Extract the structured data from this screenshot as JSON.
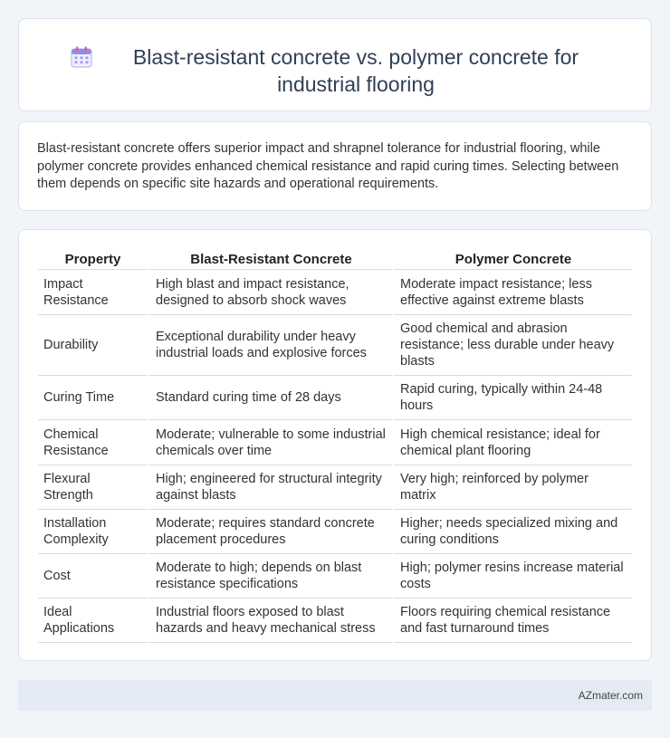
{
  "header": {
    "icon": "calendar-icon",
    "title": "Blast-resistant concrete vs. polymer concrete for industrial flooring"
  },
  "summary": "Blast-resistant concrete offers superior impact and shrapnel tolerance for industrial flooring, while polymer concrete provides enhanced chemical resistance and rapid curing times. Selecting between them depends on specific site hazards and operational requirements.",
  "table": {
    "headers": [
      "Property",
      "Blast-Resistant Concrete",
      "Polymer Concrete"
    ],
    "rows": [
      [
        "Impact Resistance",
        "High blast and impact resistance, designed to absorb shock waves",
        "Moderate impact resistance; less effective against extreme blasts"
      ],
      [
        "Durability",
        "Exceptional durability under heavy industrial loads and explosive forces",
        "Good chemical and abrasion resistance; less durable under heavy blasts"
      ],
      [
        "Curing Time",
        "Standard curing time of 28 days",
        "Rapid curing, typically within 24-48 hours"
      ],
      [
        "Chemical Resistance",
        "Moderate; vulnerable to some industrial chemicals over time",
        "High chemical resistance; ideal for chemical plant flooring"
      ],
      [
        "Flexural Strength",
        "High; engineered for structural integrity against blasts",
        "Very high; reinforced by polymer matrix"
      ],
      [
        "Installation Complexity",
        "Moderate; requires standard concrete placement procedures",
        "Higher; needs specialized mixing and curing conditions"
      ],
      [
        "Cost",
        "Moderate to high; depends on blast resistance specifications",
        "High; polymer resins increase material costs"
      ],
      [
        "Ideal Applications",
        "Industrial floors exposed to blast hazards and heavy mechanical stress",
        "Floors requiring chemical resistance and fast turnaround times"
      ]
    ]
  },
  "footer": {
    "site": "AZmater.com"
  }
}
